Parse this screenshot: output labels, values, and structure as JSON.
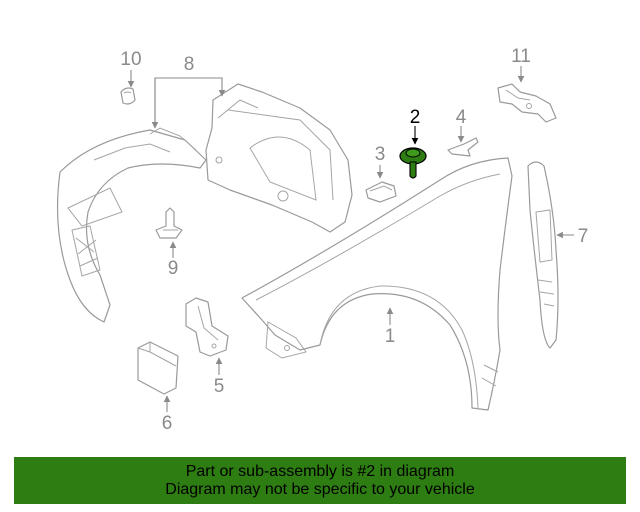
{
  "callouts": {
    "c1": "1",
    "c2": "2",
    "c3": "3",
    "c4": "4",
    "c5": "5",
    "c6": "6",
    "c7": "7",
    "c8": "8",
    "c9": "9",
    "c10": "10",
    "c11": "11"
  },
  "highlight_color": "#2e7d12",
  "banner": {
    "line1": "Part or sub-assembly is #2 in diagram",
    "line2": "Diagram may not be specific to your vehicle"
  }
}
